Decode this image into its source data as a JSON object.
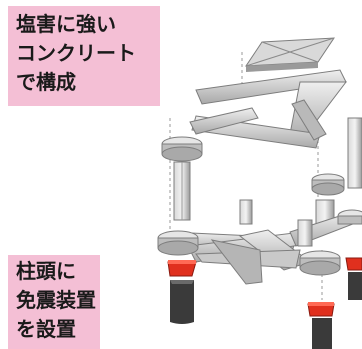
{
  "callouts": {
    "salt_damage": {
      "lines": [
        "塩害に強い",
        "コンクリート",
        "で構成"
      ]
    },
    "isolator": {
      "lines": [
        "柱頭に",
        "免震装置",
        "を設置"
      ]
    }
  },
  "colors": {
    "callout_bg": "#f4bfd5",
    "structure_light": "#e6e6e6",
    "structure_mid": "#c9c9c9",
    "structure_dark": "#8d8d8d",
    "isolator_red": "#e0301e",
    "pedestal_dark": "#3a3a3a"
  }
}
